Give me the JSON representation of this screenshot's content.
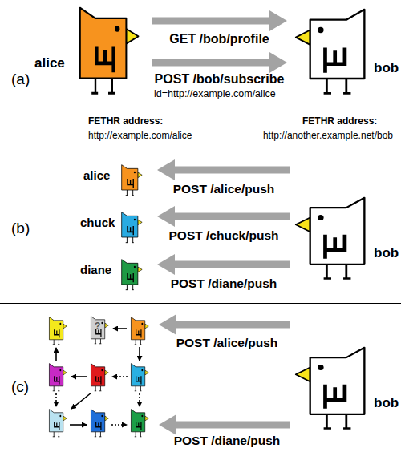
{
  "diagram": {
    "nodes": [
      {
        "text": [
          "alice"
        ]
      },
      {
        "text": [
          "bob"
        ]
      },
      {
        "text": [
          "alice"
        ]
      },
      {
        "text": [
          "chuck"
        ]
      },
      {
        "text": [
          "diane"
        ]
      },
      {
        "text": [
          "bob"
        ]
      },
      {
        "text": [
          "?"
        ]
      },
      {
        "text": [
          "bob"
        ]
      }
    ],
    "edges": [
      {
        "from": 0,
        "to": 1,
        "label": "GET /bob/profile",
        "arrow": "to"
      },
      {
        "from": 0,
        "to": 1,
        "label": "POST /bob/subscribe",
        "arrow": "to"
      },
      {
        "from": 5,
        "to": 2,
        "label": "POST /alice/push",
        "arrow": "to"
      },
      {
        "from": 5,
        "to": 3,
        "label": "POST /chuck/push",
        "arrow": "to"
      },
      {
        "from": 5,
        "to": 4,
        "label": "POST /diane/push",
        "arrow": "to"
      }
    ],
    "labels": [
      "(a)",
      "id=http://example.com/alice",
      "FETHR address:",
      "http://example.com/alice",
      "FETHR address:",
      "http://another.example.net/bob",
      "(b)",
      "(c)",
      "POST /alice/push",
      "POST /diane/push"
    ]
  }
}
